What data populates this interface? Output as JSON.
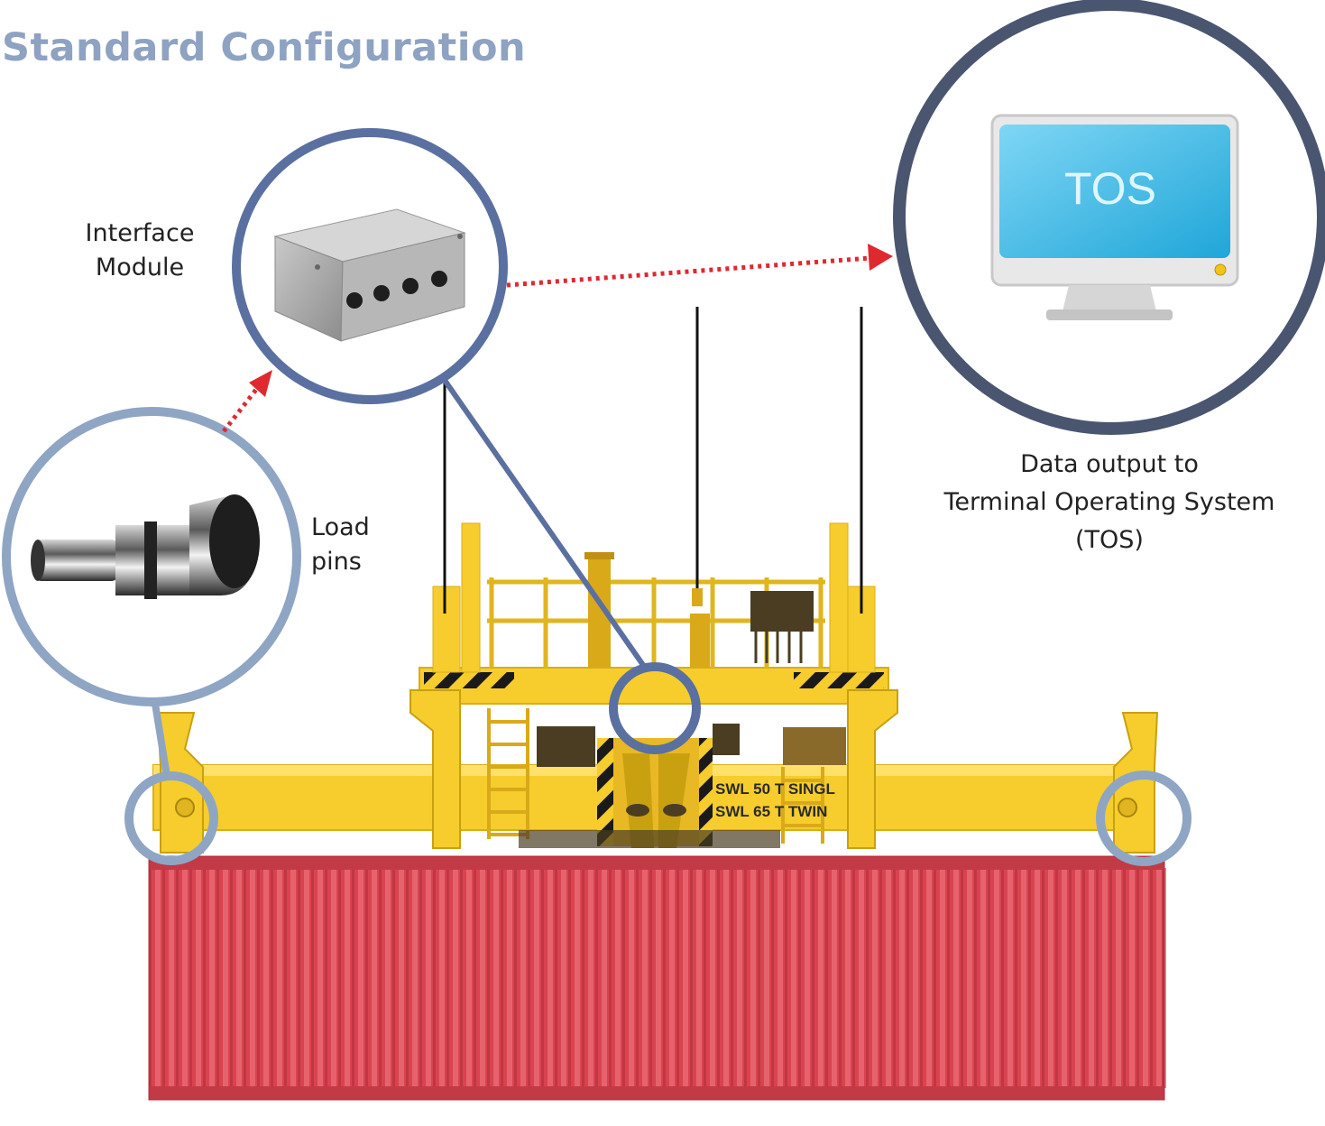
{
  "title": "Standard Configuration",
  "labels": {
    "interface_module_line1": "Interface",
    "interface_module_line2": "Module",
    "load_pins_line1": "Load",
    "load_pins_line2": "pins",
    "data_output_line1": "Data output to",
    "data_output_line2": "Terminal Operating System",
    "data_output_line3": "(TOS)"
  },
  "monitor_screen_text": "TOS",
  "spreader_marking": {
    "line1": "SWL 50 T SINGL",
    "line2": "SWL 65 T TWIN"
  },
  "colors": {
    "title": "#8ea2c2",
    "spreader_yellow": "#f6cd2d",
    "container_red": "#d9434f",
    "arrow_red": "#e0282f",
    "circle_light": "#8fa5c4",
    "circle_mid": "#5a70a0",
    "circle_dark": "#4a5670",
    "screen_blue": "#33b7e6"
  }
}
